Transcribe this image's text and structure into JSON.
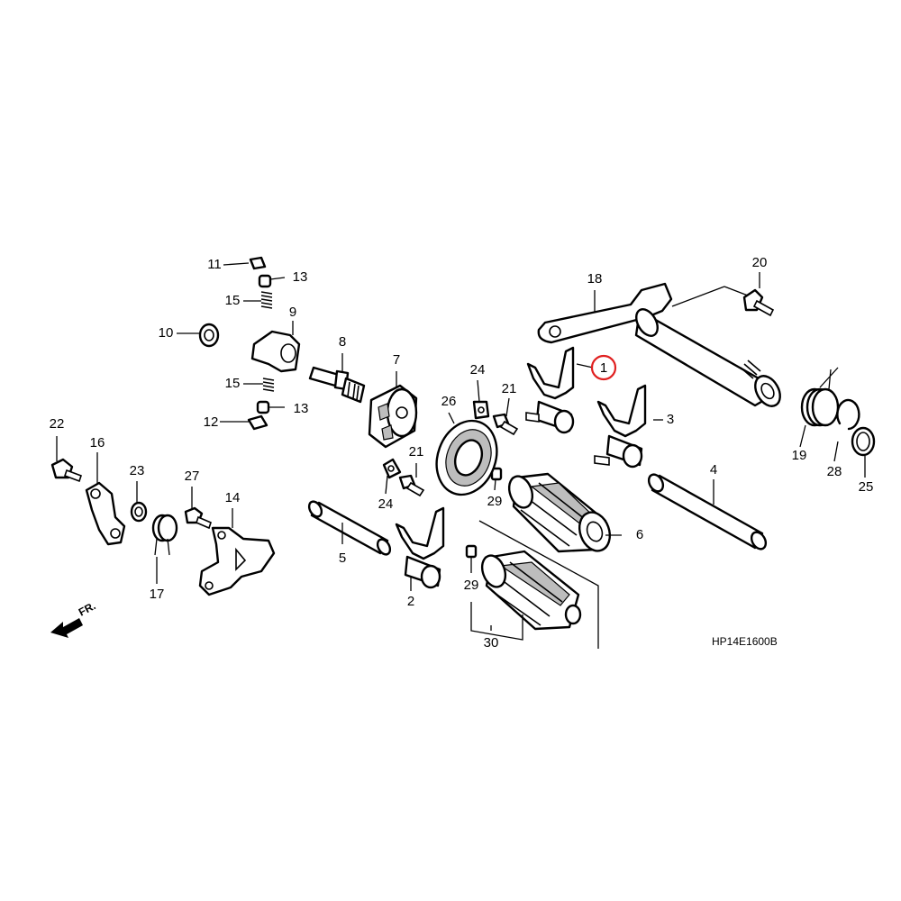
{
  "diagram": {
    "code": "HP14E1600B",
    "direction_label": "FR.",
    "highlight_color": "#e02020",
    "highlighted_part": "1",
    "callouts": {
      "c1": "1",
      "c2": "2",
      "c3": "3",
      "c4": "4",
      "c5": "5",
      "c6": "6",
      "c7": "7",
      "c8": "8",
      "c9": "9",
      "c10": "10",
      "c11": "11",
      "c12": "12",
      "c13a": "13",
      "c13b": "13",
      "c14": "14",
      "c15a": "15",
      "c15b": "15",
      "c16": "16",
      "c17": "17",
      "c18": "18",
      "c19": "19",
      "c20": "20",
      "c21a": "21",
      "c21b": "21",
      "c22": "22",
      "c23": "23",
      "c24a": "24",
      "c24b": "24",
      "c25": "25",
      "c26": "26",
      "c27": "27",
      "c28": "28",
      "c29a": "29",
      "c29b": "29",
      "c30": "30"
    }
  }
}
